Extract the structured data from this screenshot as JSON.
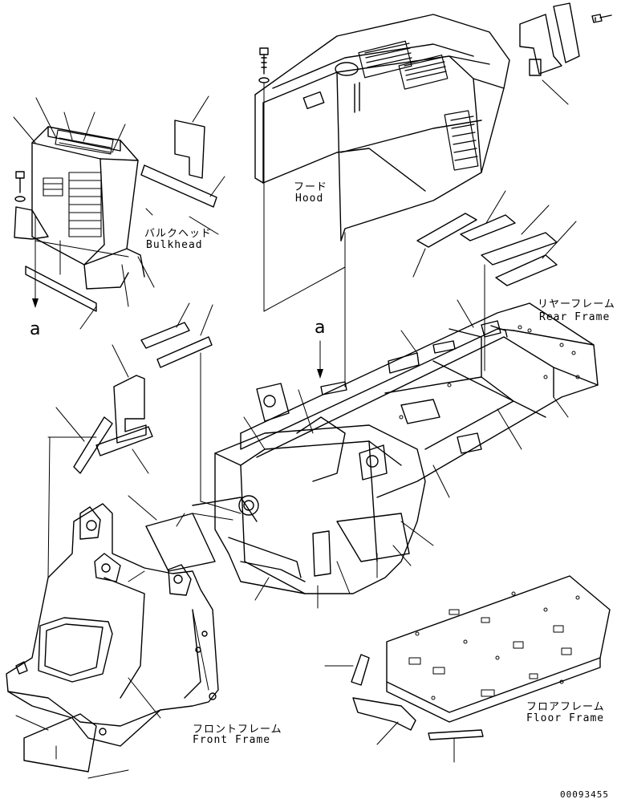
{
  "labels": {
    "bulkhead_jp": "バルクヘッド",
    "bulkhead_en": "Bulkhead",
    "hood_jp": "フード",
    "hood_en": "Hood",
    "rear_frame_jp": "リヤーフレーム",
    "rear_frame_en": "Rear Frame",
    "front_frame_jp": "フロントフレーム",
    "front_frame_en": "Front Frame",
    "floor_frame_jp": "フロアフレーム",
    "floor_frame_en": "Floor Frame",
    "ref_a_left": "a",
    "ref_a_center": "a"
  },
  "document_number": "00093455",
  "colors": {
    "ink": "#000000",
    "paper": "#ffffff"
  }
}
